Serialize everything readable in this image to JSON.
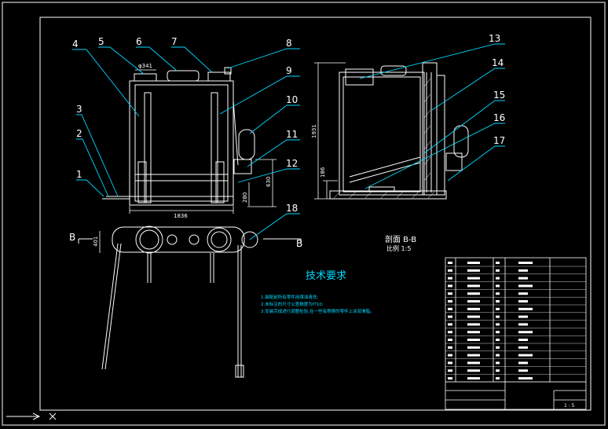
{
  "drawing": {
    "leader_numbers": [
      "1",
      "2",
      "3",
      "4",
      "5",
      "6",
      "7",
      "8",
      "9",
      "10",
      "11",
      "12",
      "13",
      "14",
      "15",
      "16",
      "17",
      "18"
    ],
    "dimensions": {
      "top_diameter": "φ341",
      "overall_width": "1836",
      "height_630": "630",
      "height_280": "280",
      "height_401": "401",
      "section_height": "1931",
      "section_small": "186"
    },
    "section_label": "剖面 B-B",
    "scale_label": "比例 1:5",
    "section_mark": "B",
    "tech_title": "技术要求",
    "tech_notes": [
      "1.装配前所有零件用煤油清洗;",
      "2.未标注的尺寸公差精度为IT10;",
      "3.安装完成进行调整检验,在一些有摩擦的零件上涂润滑脂。"
    ],
    "title_block_scale": "1 : 5"
  },
  "colors": {
    "background": "#000000",
    "outline": "#ffffff",
    "leader": "#00d8ff",
    "title_text": "#00d8ff"
  }
}
